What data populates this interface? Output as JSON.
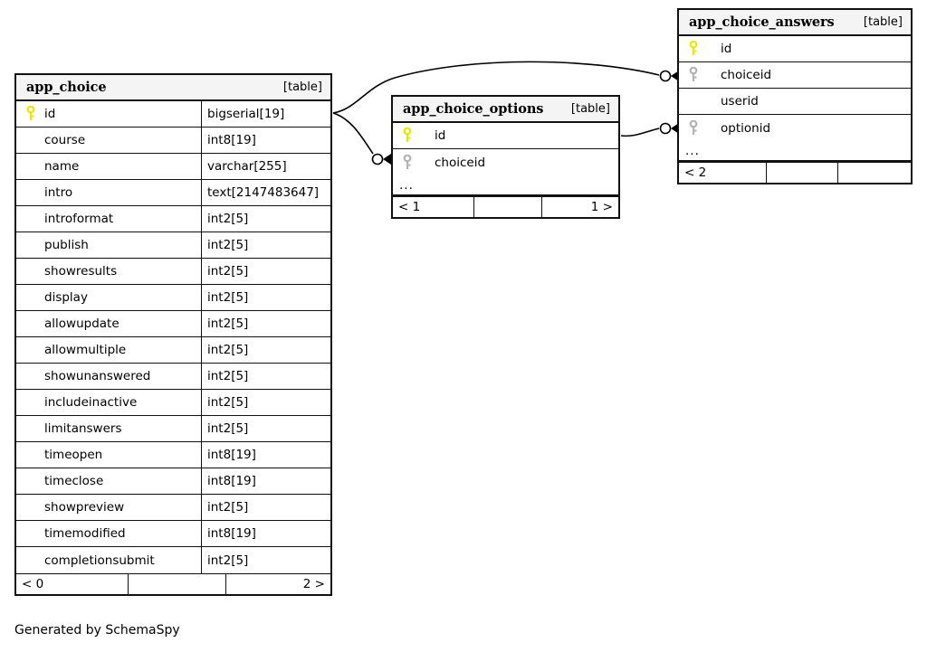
{
  "diagram": {
    "caption": "Generated by SchemaSpy",
    "background_color": "#ffffff",
    "line_color": "#000000",
    "header_background": "#f4f4f4",
    "primary_key_color": "#e8e800",
    "foreign_key_color": "#b4b4b4"
  },
  "entities": [
    {
      "name": "app_choice",
      "kind": "[table]",
      "columns": [
        {
          "name": "id",
          "type": "bigserial[19]",
          "key": "primary",
          "key_icon": "key-icon"
        },
        {
          "name": "course",
          "type": "int8[19]",
          "key": "none",
          "key_icon": ""
        },
        {
          "name": "name",
          "type": "varchar[255]",
          "key": "none",
          "key_icon": ""
        },
        {
          "name": "intro",
          "type": "text[2147483647]",
          "key": "none",
          "key_icon": ""
        },
        {
          "name": "introformat",
          "type": "int2[5]",
          "key": "none",
          "key_icon": ""
        },
        {
          "name": "publish",
          "type": "int2[5]",
          "key": "none",
          "key_icon": ""
        },
        {
          "name": "showresults",
          "type": "int2[5]",
          "key": "none",
          "key_icon": ""
        },
        {
          "name": "display",
          "type": "int2[5]",
          "key": "none",
          "key_icon": ""
        },
        {
          "name": "allowupdate",
          "type": "int2[5]",
          "key": "none",
          "key_icon": ""
        },
        {
          "name": "allowmultiple",
          "type": "int2[5]",
          "key": "none",
          "key_icon": ""
        },
        {
          "name": "showunanswered",
          "type": "int2[5]",
          "key": "none",
          "key_icon": ""
        },
        {
          "name": "includeinactive",
          "type": "int2[5]",
          "key": "none",
          "key_icon": ""
        },
        {
          "name": "limitanswers",
          "type": "int2[5]",
          "key": "none",
          "key_icon": ""
        },
        {
          "name": "timeopen",
          "type": "int8[19]",
          "key": "none",
          "key_icon": ""
        },
        {
          "name": "timeclose",
          "type": "int8[19]",
          "key": "none",
          "key_icon": ""
        },
        {
          "name": "showpreview",
          "type": "int2[5]",
          "key": "none",
          "key_icon": ""
        },
        {
          "name": "timemodified",
          "type": "int8[19]",
          "key": "none",
          "key_icon": ""
        },
        {
          "name": "completionsubmit",
          "type": "int2[5]",
          "key": "none",
          "key_icon": ""
        }
      ],
      "has_ellipsis": false,
      "footer": [
        "< 0",
        "",
        "2 >"
      ]
    },
    {
      "name": "app_choice_options",
      "kind": "[table]",
      "columns": [
        {
          "name": "id",
          "type": "",
          "key": "primary",
          "key_icon": "key-icon"
        },
        {
          "name": "choiceid",
          "type": "",
          "key": "foreign",
          "key_icon": "key-icon"
        }
      ],
      "has_ellipsis": true,
      "ellipsis": "...",
      "footer": [
        "< 1",
        "",
        "1 >"
      ]
    },
    {
      "name": "app_choice_answers",
      "kind": "[table]",
      "columns": [
        {
          "name": "id",
          "type": "",
          "key": "primary",
          "key_icon": "key-icon"
        },
        {
          "name": "choiceid",
          "type": "",
          "key": "foreign",
          "key_icon": "key-icon"
        },
        {
          "name": "userid",
          "type": "",
          "key": "none",
          "key_icon": ""
        },
        {
          "name": "optionid",
          "type": "",
          "key": "foreign",
          "key_icon": "key-icon"
        }
      ],
      "has_ellipsis": true,
      "ellipsis": "...",
      "footer": [
        "< 2",
        "",
        ""
      ]
    }
  ],
  "relationships": [
    {
      "from": "app_choice.id",
      "to": "app_choice_answers.choiceid"
    },
    {
      "from": "app_choice.id",
      "to": "app_choice_options.choiceid"
    },
    {
      "from": "app_choice_options.id",
      "to": "app_choice_answers.optionid"
    }
  ]
}
